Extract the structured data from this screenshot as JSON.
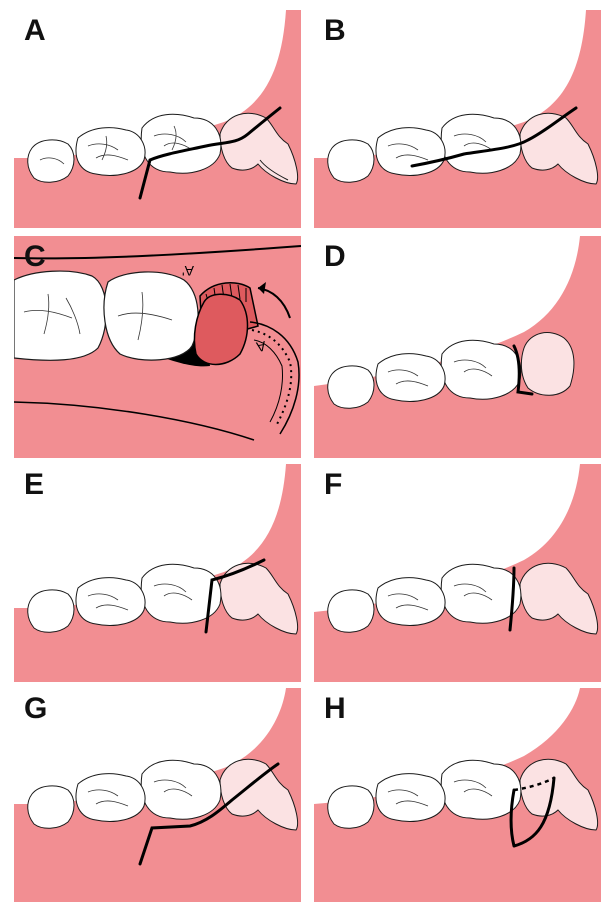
{
  "colors": {
    "gum": "#f28e92",
    "gum_dark": "#de5a5e",
    "tooth": "#ffffff",
    "wisdom_tooth": "#fbe2e3",
    "outline": "#1a1a1a",
    "incision": "#000000"
  },
  "panels": [
    {
      "id": "A",
      "label": "A",
      "incision": "envelope-with-releasing-incision"
    },
    {
      "id": "B",
      "label": "B",
      "incision": "envelope-incision"
    },
    {
      "id": "C",
      "label": "C",
      "incision": "rotated-pedicle-flap",
      "annotations": [
        "A'",
        "A"
      ]
    },
    {
      "id": "D",
      "label": "D",
      "incision": "distal-wedge-incision"
    },
    {
      "id": "E",
      "label": "E",
      "incision": "triangular-flap-incision"
    },
    {
      "id": "F",
      "label": "F",
      "incision": "vertical-incision"
    },
    {
      "id": "G",
      "label": "G",
      "incision": "extended-envelope-with-releasing-incision"
    },
    {
      "id": "H",
      "label": "H",
      "incision": "lingual-wedge-incision"
    }
  ]
}
